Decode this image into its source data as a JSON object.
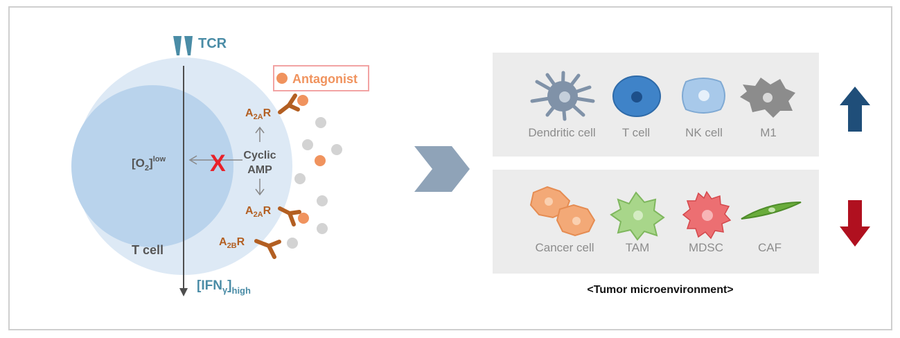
{
  "tcell_diagram": {
    "tcr_label": "TCR",
    "antagonist_label": "Antagonist",
    "a2ar_main": "A",
    "a2ar_sub": "2A",
    "a2ar_suffix": "R",
    "a2br_main": "A",
    "a2br_sub": "2B",
    "a2br_suffix": "R",
    "o2_main": "[O",
    "o2_sub": "2",
    "o2_close": "]",
    "o2_sup": "low",
    "camp_line1": "Cyclic",
    "camp_line2": "AMP",
    "block_mark": "X",
    "tcell_label": "T cell",
    "ifn_main": "[IFN",
    "ifn_sub": "γ",
    "ifn_close": "]",
    "ifn_sub2": "high"
  },
  "microenvironment": {
    "caption": "<Tumor microenvironment>",
    "upregulated": [
      {
        "label": "Dendritic cell",
        "icon": "dendritic-cell-icon"
      },
      {
        "label": "T cell",
        "icon": "t-cell-icon"
      },
      {
        "label": "NK cell",
        "icon": "nk-cell-icon"
      },
      {
        "label": "M1",
        "icon": "m1-macrophage-icon"
      }
    ],
    "downregulated": [
      {
        "label": "Cancer cell",
        "icon": "cancer-cell-icon"
      },
      {
        "label": "TAM",
        "icon": "tam-icon"
      },
      {
        "label": "MDSC",
        "icon": "mdsc-icon"
      },
      {
        "label": "CAF",
        "icon": "caf-icon"
      }
    ]
  },
  "colors": {
    "teal_label": "#4a8ca6",
    "brown_receptor": "#b35f22",
    "antagonist_orange": "#f0935e",
    "red_x": "#e8212a",
    "up_arrow": "#1f4e79",
    "down_arrow": "#b0101f",
    "chevron": "#8fa3b8"
  }
}
